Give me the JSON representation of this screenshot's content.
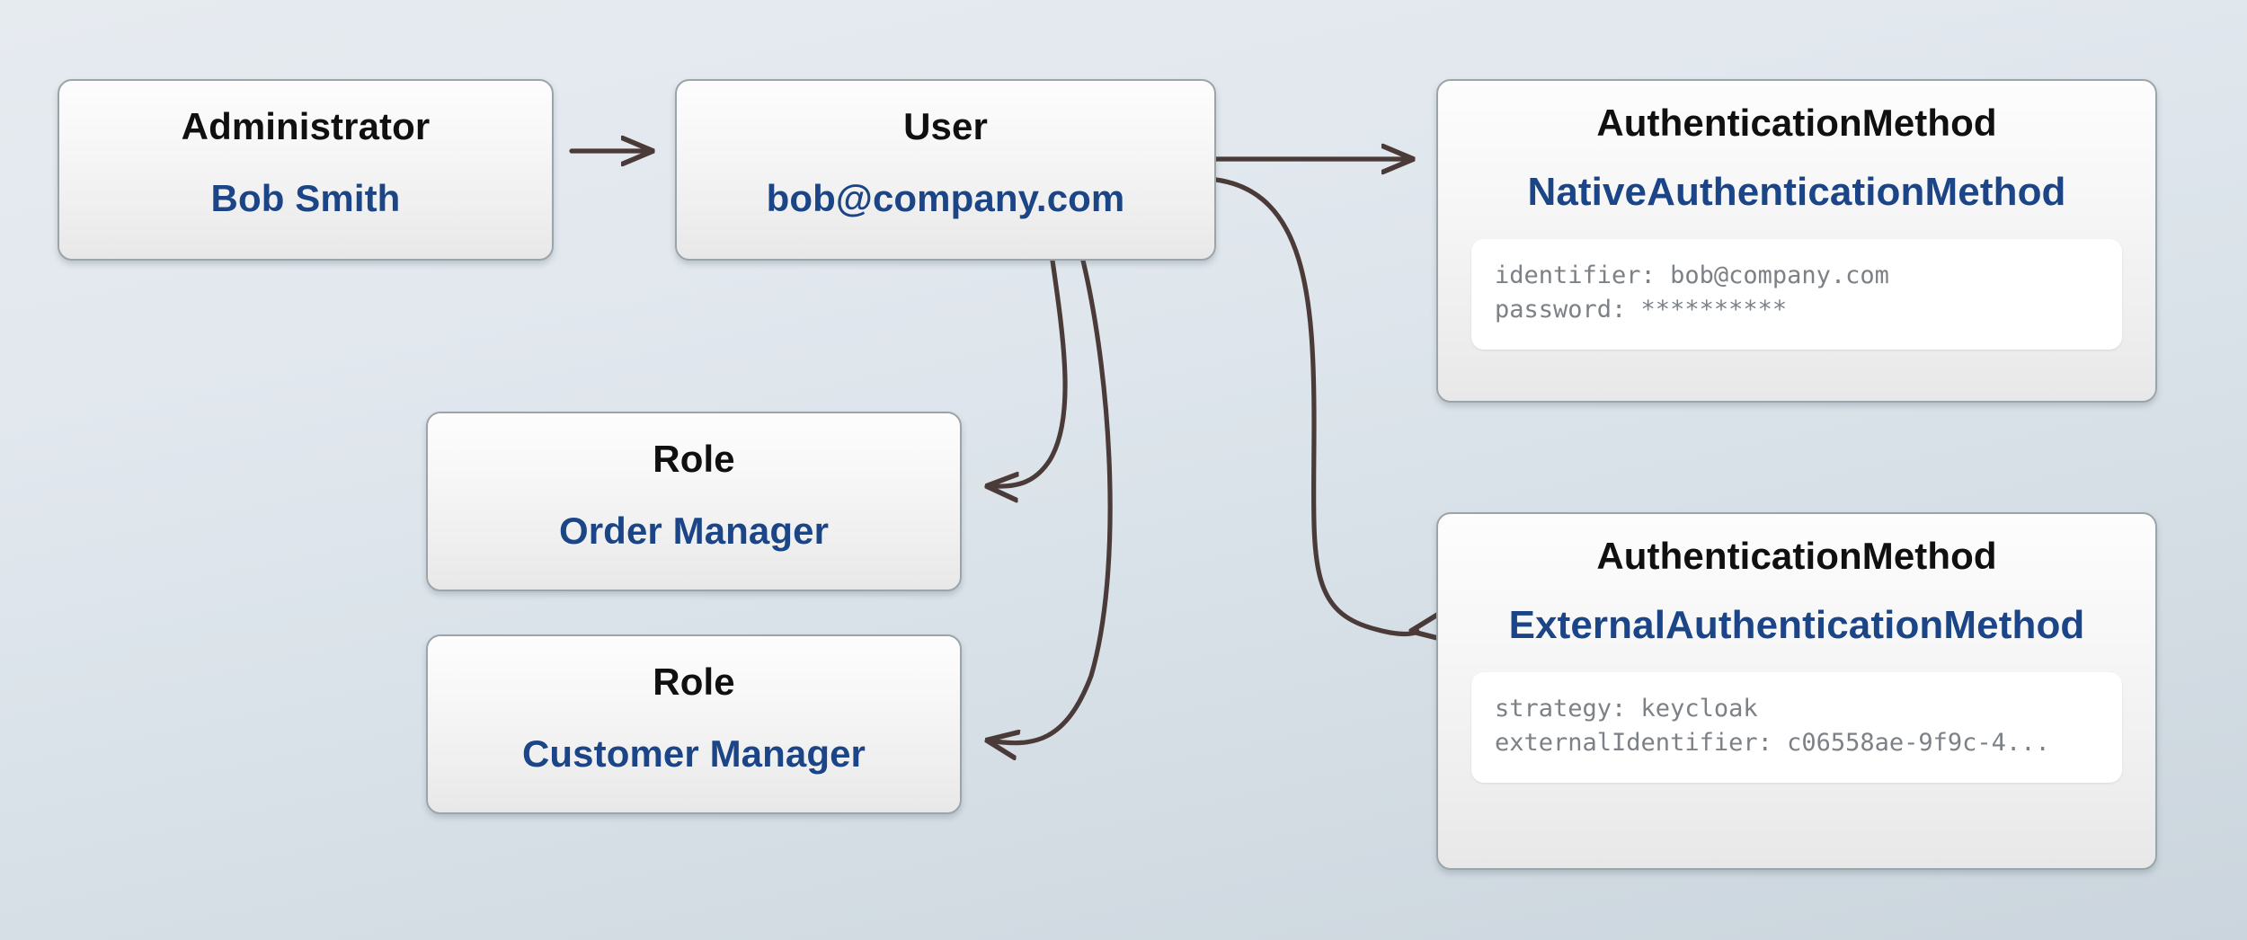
{
  "diagram": {
    "type": "entity-relationship-graph",
    "background_color": "#dfe6ec",
    "accent_color": "#1b4586",
    "edge_color": "#4a3a38",
    "node_border_color": "#9ba4a9"
  },
  "nodes": {
    "administrator": {
      "title": "Administrator",
      "subtitle": "Bob Smith"
    },
    "user": {
      "title": "User",
      "subtitle": "bob@company.com"
    },
    "role_order_manager": {
      "title": "Role",
      "subtitle": "Order Manager"
    },
    "role_customer_manager": {
      "title": "Role",
      "subtitle": "Customer Manager"
    },
    "native_auth": {
      "title": "AuthenticationMethod",
      "subtitle": "NativeAuthenticationMethod",
      "details": [
        "identifier: bob@company.com",
        "password: **********"
      ]
    },
    "external_auth": {
      "title": "AuthenticationMethod",
      "subtitle": "ExternalAuthenticationMethod",
      "details": [
        "strategy: keycloak",
        "externalIdentifier: c06558ae-9f9c-4..."
      ]
    }
  },
  "edges": [
    {
      "name": "administrator-to-user",
      "from": "administrator",
      "to": "user",
      "style": "straight-arrow"
    },
    {
      "name": "user-to-native-auth",
      "from": "user",
      "to": "native_auth",
      "style": "straight-arrow"
    },
    {
      "name": "user-to-external-auth",
      "from": "user",
      "to": "external_auth",
      "style": "curved-arrow"
    },
    {
      "name": "user-to-role-order-manager",
      "from": "user",
      "to": "role_order_manager",
      "style": "curved-arrow"
    },
    {
      "name": "user-to-role-customer-manager",
      "from": "user",
      "to": "role_customer_manager",
      "style": "curved-arrow"
    }
  ]
}
